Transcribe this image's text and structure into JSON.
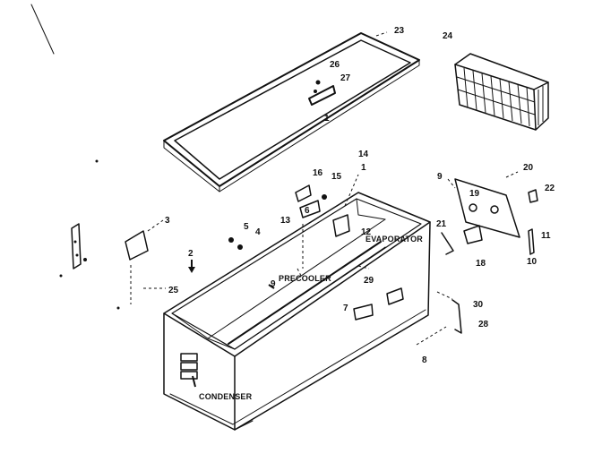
{
  "callouts": {
    "c23": "23",
    "c24": "24",
    "c26": "26",
    "c27": "27",
    "c1": "1",
    "c14": "14",
    "c16": "16",
    "c15": "15",
    "c20": "20",
    "c9a": "9",
    "c19": "19",
    "c22": "22",
    "c3": "3",
    "c5": "5",
    "c4": "4",
    "c13": "13",
    "c6": "6",
    "c12": "12",
    "c21": "21",
    "c11": "11",
    "c10": "10",
    "c18": "18",
    "c2": "2",
    "c25": "25",
    "c9b": "9",
    "c29": "29",
    "c7": "7",
    "c30": "30",
    "c28": "28",
    "c8": "8"
  },
  "labels": {
    "evaporator": "EVAPORATOR",
    "precooler": "PRECOOLER",
    "condenser": "CONDENSER"
  }
}
